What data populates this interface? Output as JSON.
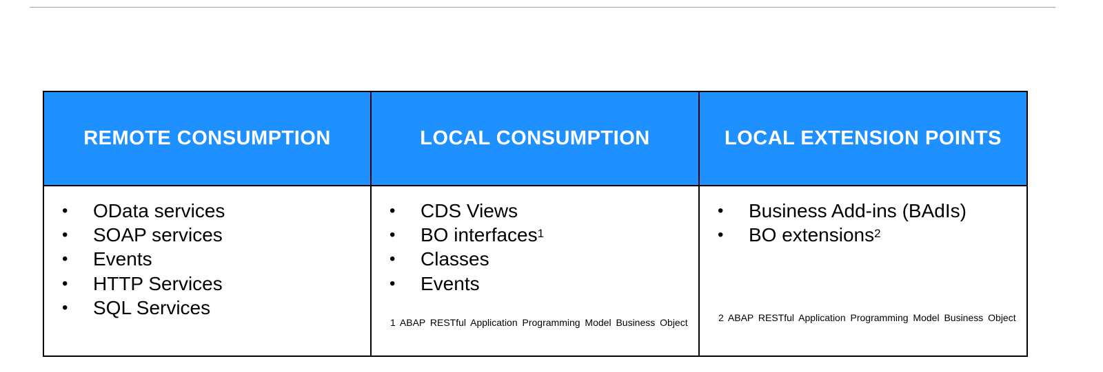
{
  "columns": [
    {
      "header": "REMOTE CONSUMPTION",
      "items": [
        {
          "text": "OData services",
          "sup": ""
        },
        {
          "text": "SOAP services",
          "sup": ""
        },
        {
          "text": "Events",
          "sup": ""
        },
        {
          "text": "HTTP Services",
          "sup": ""
        },
        {
          "text": "SQL Services",
          "sup": ""
        }
      ],
      "footnote": ""
    },
    {
      "header": "LOCAL CONSUMPTION",
      "items": [
        {
          "text": "CDS Views",
          "sup": ""
        },
        {
          "text": "BO interfaces",
          "sup": "1"
        },
        {
          "text": "Classes",
          "sup": ""
        },
        {
          "text": "Events",
          "sup": ""
        }
      ],
      "footnote": "1 ABAP  RESTful Application  Programming Model  Business Object"
    },
    {
      "header": "LOCAL EXTENSION POINTS",
      "items": [
        {
          "text": "Business Add-ins (BAdIs)",
          "sup": ""
        },
        {
          "text": "BO extensions",
          "sup": "2"
        }
      ],
      "footnote": "2 ABAP  RESTful Application  Programming Model  Business Object"
    }
  ],
  "bullet_glyph": "•",
  "colors": {
    "header_bg": "#1e90ff",
    "header_text": "#ffffff",
    "border": "#000000",
    "top_rule": "#a6a6a6"
  }
}
